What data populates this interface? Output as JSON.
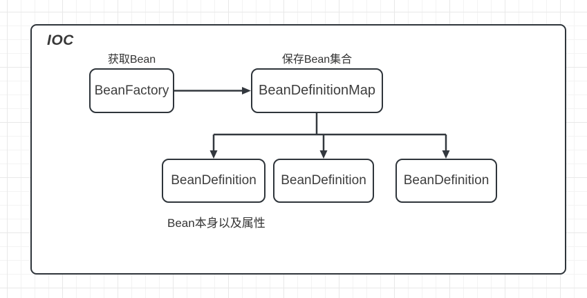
{
  "diagram": {
    "container": {
      "label": "IOC"
    },
    "annotations": {
      "bean_factory_caption": "获取Bean",
      "bean_definition_map_caption": "保存Bean集合",
      "bean_definition_caption": "Bean本身以及属性"
    },
    "nodes": [
      {
        "id": "bean-factory",
        "label": "BeanFactory"
      },
      {
        "id": "bean-definition-map",
        "label": "BeanDefinitionMap"
      },
      {
        "id": "bean-definition-1",
        "label": "BeanDefinition"
      },
      {
        "id": "bean-definition-2",
        "label": "BeanDefinition"
      },
      {
        "id": "bean-definition-3",
        "label": "BeanDefinition"
      }
    ],
    "edges": [
      {
        "from": "bean-factory",
        "to": "bean-definition-map"
      },
      {
        "from": "bean-definition-map",
        "to": "bean-definition-1"
      },
      {
        "from": "bean-definition-map",
        "to": "bean-definition-2"
      },
      {
        "from": "bean-definition-map",
        "to": "bean-definition-3"
      }
    ],
    "colors": {
      "stroke": "#33383e",
      "text": "#3a3a3a",
      "node_fill": "#ffffff",
      "grid_minor": "#f3f3f3",
      "grid_major": "#e8e8e8",
      "background": "#ffffff"
    }
  }
}
